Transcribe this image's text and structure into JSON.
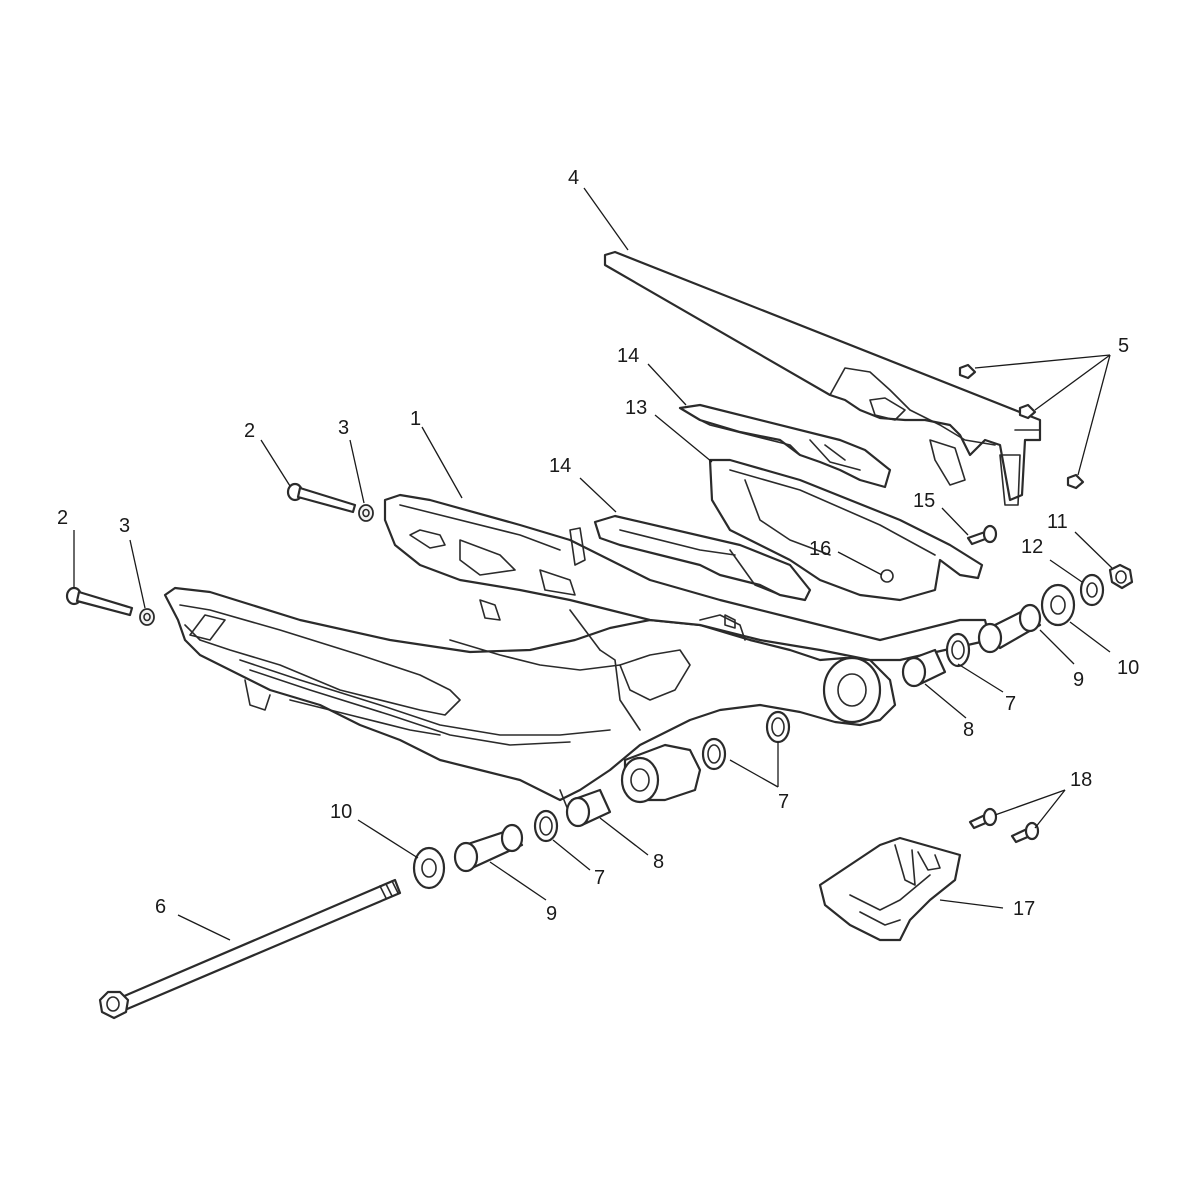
{
  "callouts": [
    {
      "key": "c1",
      "label": "1"
    },
    {
      "key": "c2a",
      "label": "2"
    },
    {
      "key": "c2b",
      "label": "2"
    },
    {
      "key": "c3a",
      "label": "3"
    },
    {
      "key": "c3b",
      "label": "3"
    },
    {
      "key": "c4",
      "label": "4"
    },
    {
      "key": "c5",
      "label": "5"
    },
    {
      "key": "c6",
      "label": "6"
    },
    {
      "key": "c7a",
      "label": "7"
    },
    {
      "key": "c7b",
      "label": "7"
    },
    {
      "key": "c7c",
      "label": "7"
    },
    {
      "key": "c8a",
      "label": "8"
    },
    {
      "key": "c8b",
      "label": "8"
    },
    {
      "key": "c9a",
      "label": "9"
    },
    {
      "key": "c9b",
      "label": "9"
    },
    {
      "key": "c10a",
      "label": "10"
    },
    {
      "key": "c10b",
      "label": "10"
    },
    {
      "key": "c11",
      "label": "11"
    },
    {
      "key": "c12",
      "label": "12"
    },
    {
      "key": "c13",
      "label": "13"
    },
    {
      "key": "c14a",
      "label": "14"
    },
    {
      "key": "c14b",
      "label": "14"
    },
    {
      "key": "c15",
      "label": "15"
    },
    {
      "key": "c16",
      "label": "16"
    },
    {
      "key": "c17",
      "label": "17"
    },
    {
      "key": "c18",
      "label": "18"
    }
  ],
  "colors": {
    "line": "#2b2b2b",
    "background": "#ffffff"
  }
}
